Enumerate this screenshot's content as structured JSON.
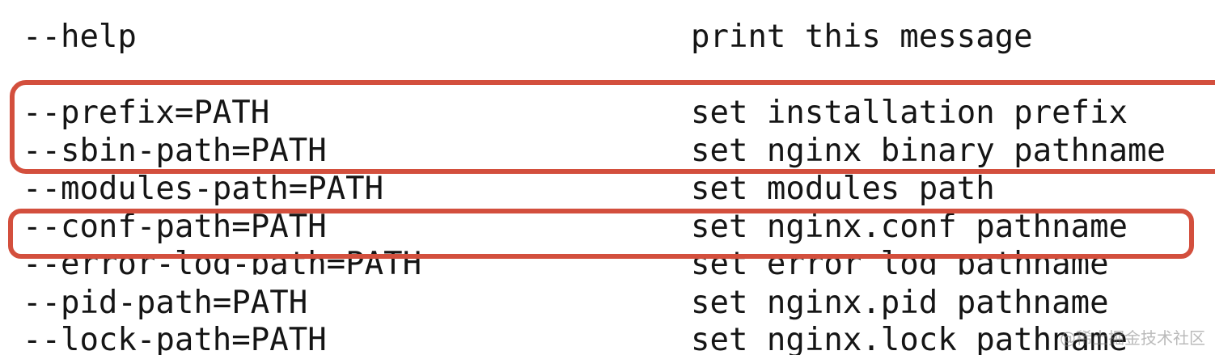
{
  "options": [
    {
      "flag": "--help",
      "description": "print this message"
    },
    {
      "flag": "--prefix=PATH",
      "description": "set installation prefix"
    },
    {
      "flag": "--sbin-path=PATH",
      "description": "set nginx binary pathname"
    },
    {
      "flag": "--modules-path=PATH",
      "description": "set modules path"
    },
    {
      "flag": "--conf-path=PATH",
      "description": "set nginx.conf pathname"
    },
    {
      "flag": "--error-log-path=PATH",
      "description": "set error log pathname"
    },
    {
      "flag": "--pid-path=PATH",
      "description": "set nginx.pid pathname"
    },
    {
      "flag": "--lock-path=PATH",
      "description": "set nginx.lock pathname"
    }
  ],
  "highlight_color": "#d34f3d",
  "watermark": "@稀土掘金技术社区"
}
